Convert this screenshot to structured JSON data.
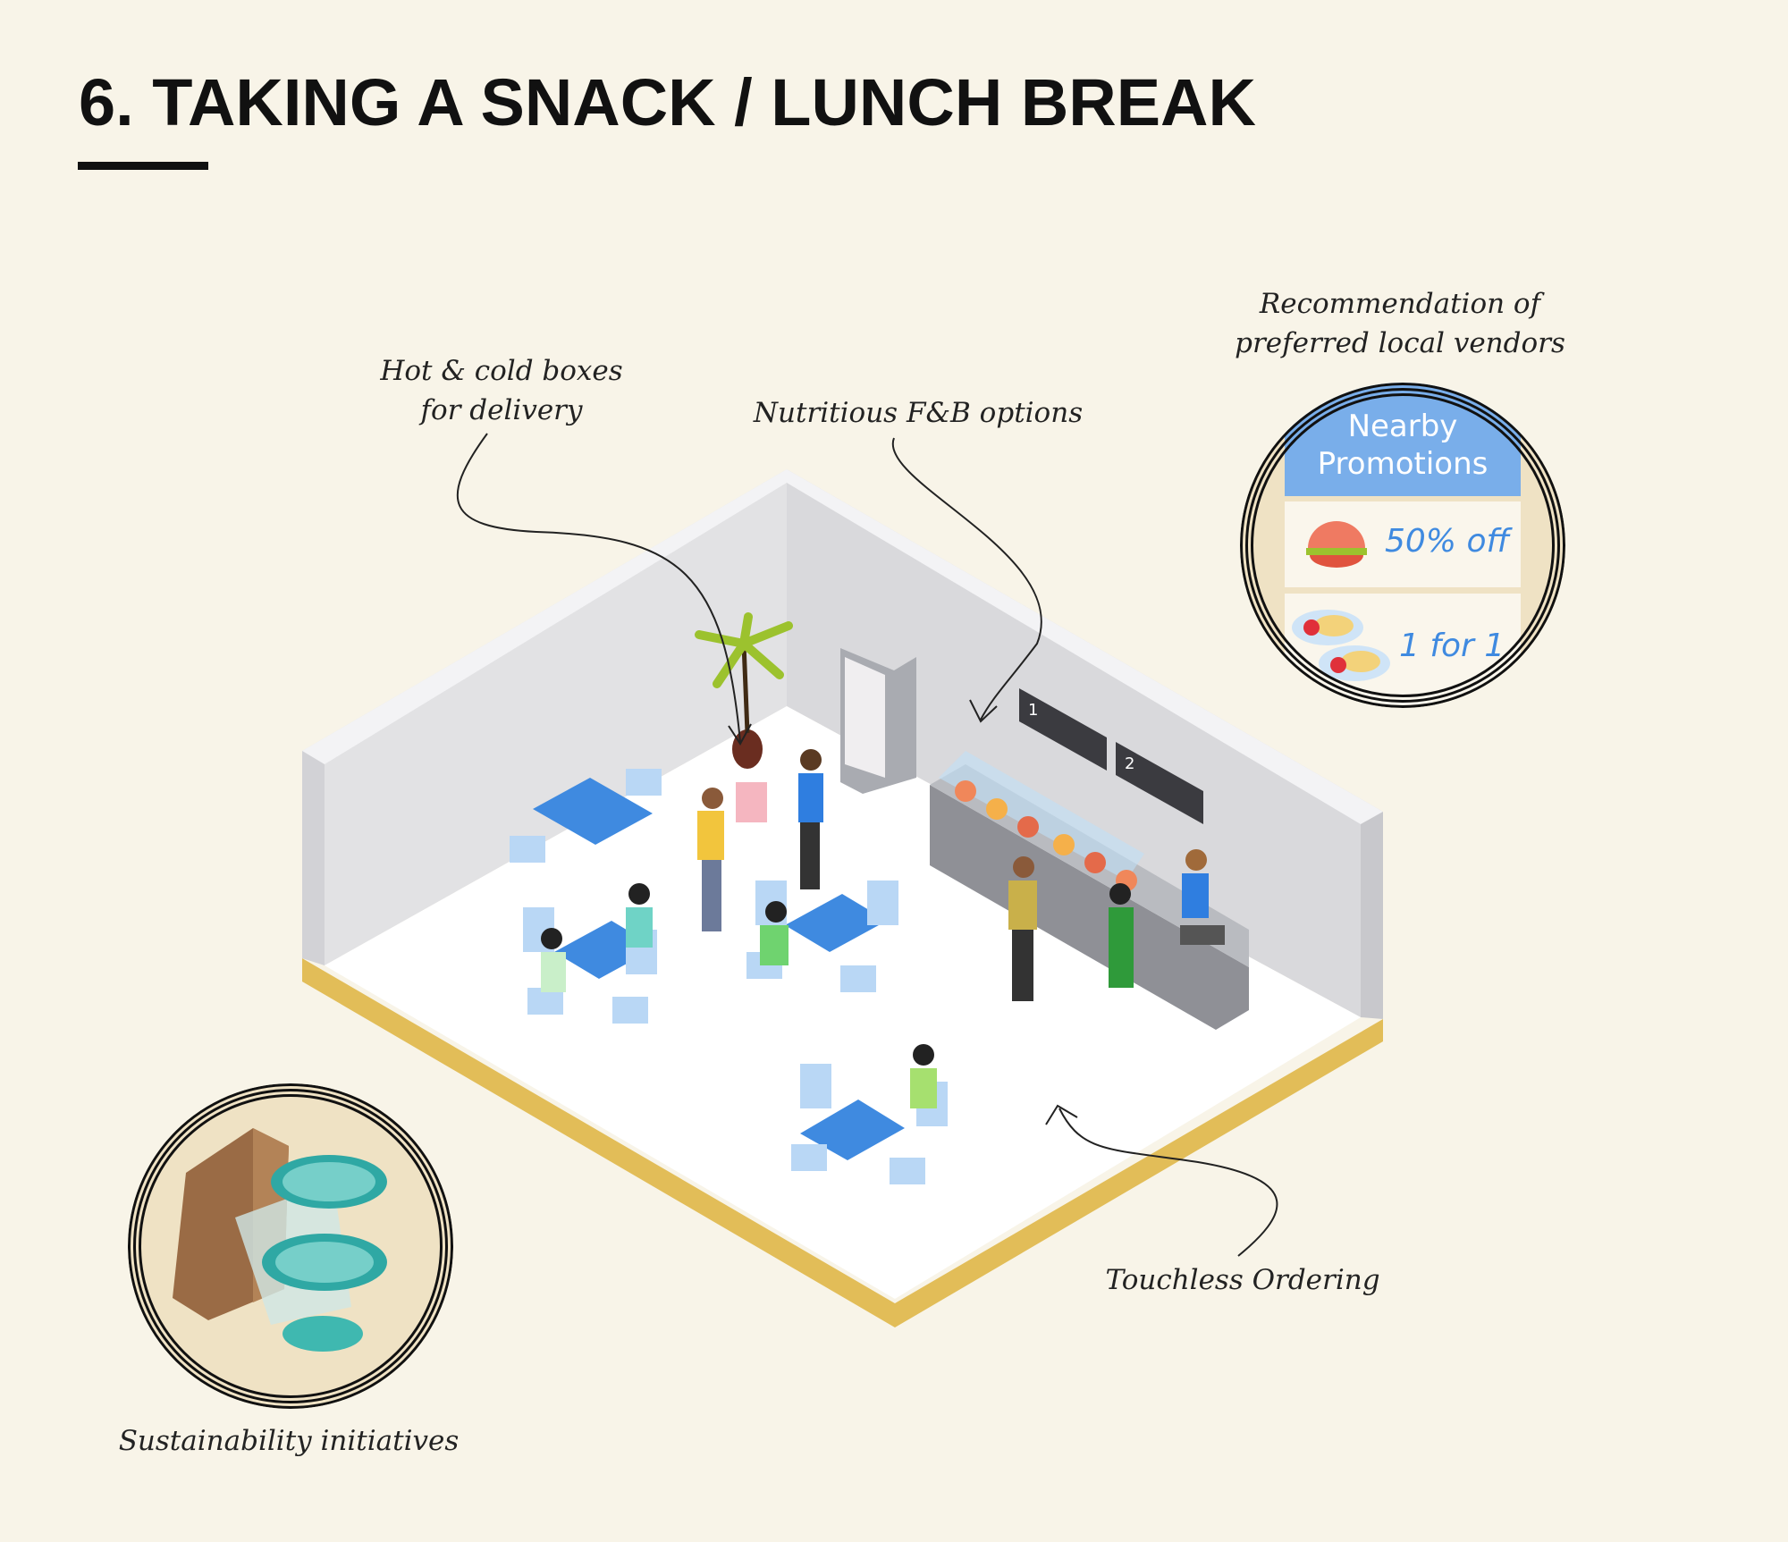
{
  "title": "6. TAKING A SNACK / LUNCH BREAK",
  "callouts": {
    "delivery": [
      "Hot & cold boxes",
      "for delivery"
    ],
    "nutritious": "Nutritious F&B options",
    "vendors": [
      "Recommendation of",
      "preferred local vendors"
    ],
    "touchless": "Touchless Ordering",
    "sustainability": "Sustainability initiatives"
  },
  "promotions": {
    "header": [
      "Nearby",
      "Promotions"
    ],
    "items": [
      {
        "icon": "burger-icon",
        "text": "50% off"
      },
      {
        "icon": "pasta-icon",
        "text": "1 for 1"
      }
    ]
  },
  "menu_boards": [
    "1",
    "2"
  ],
  "colors": {
    "background": "#f8f4e8",
    "accent_blue": "#79aeea",
    "table_blue": "#3f8ae0",
    "gold": "#e2bd58"
  }
}
